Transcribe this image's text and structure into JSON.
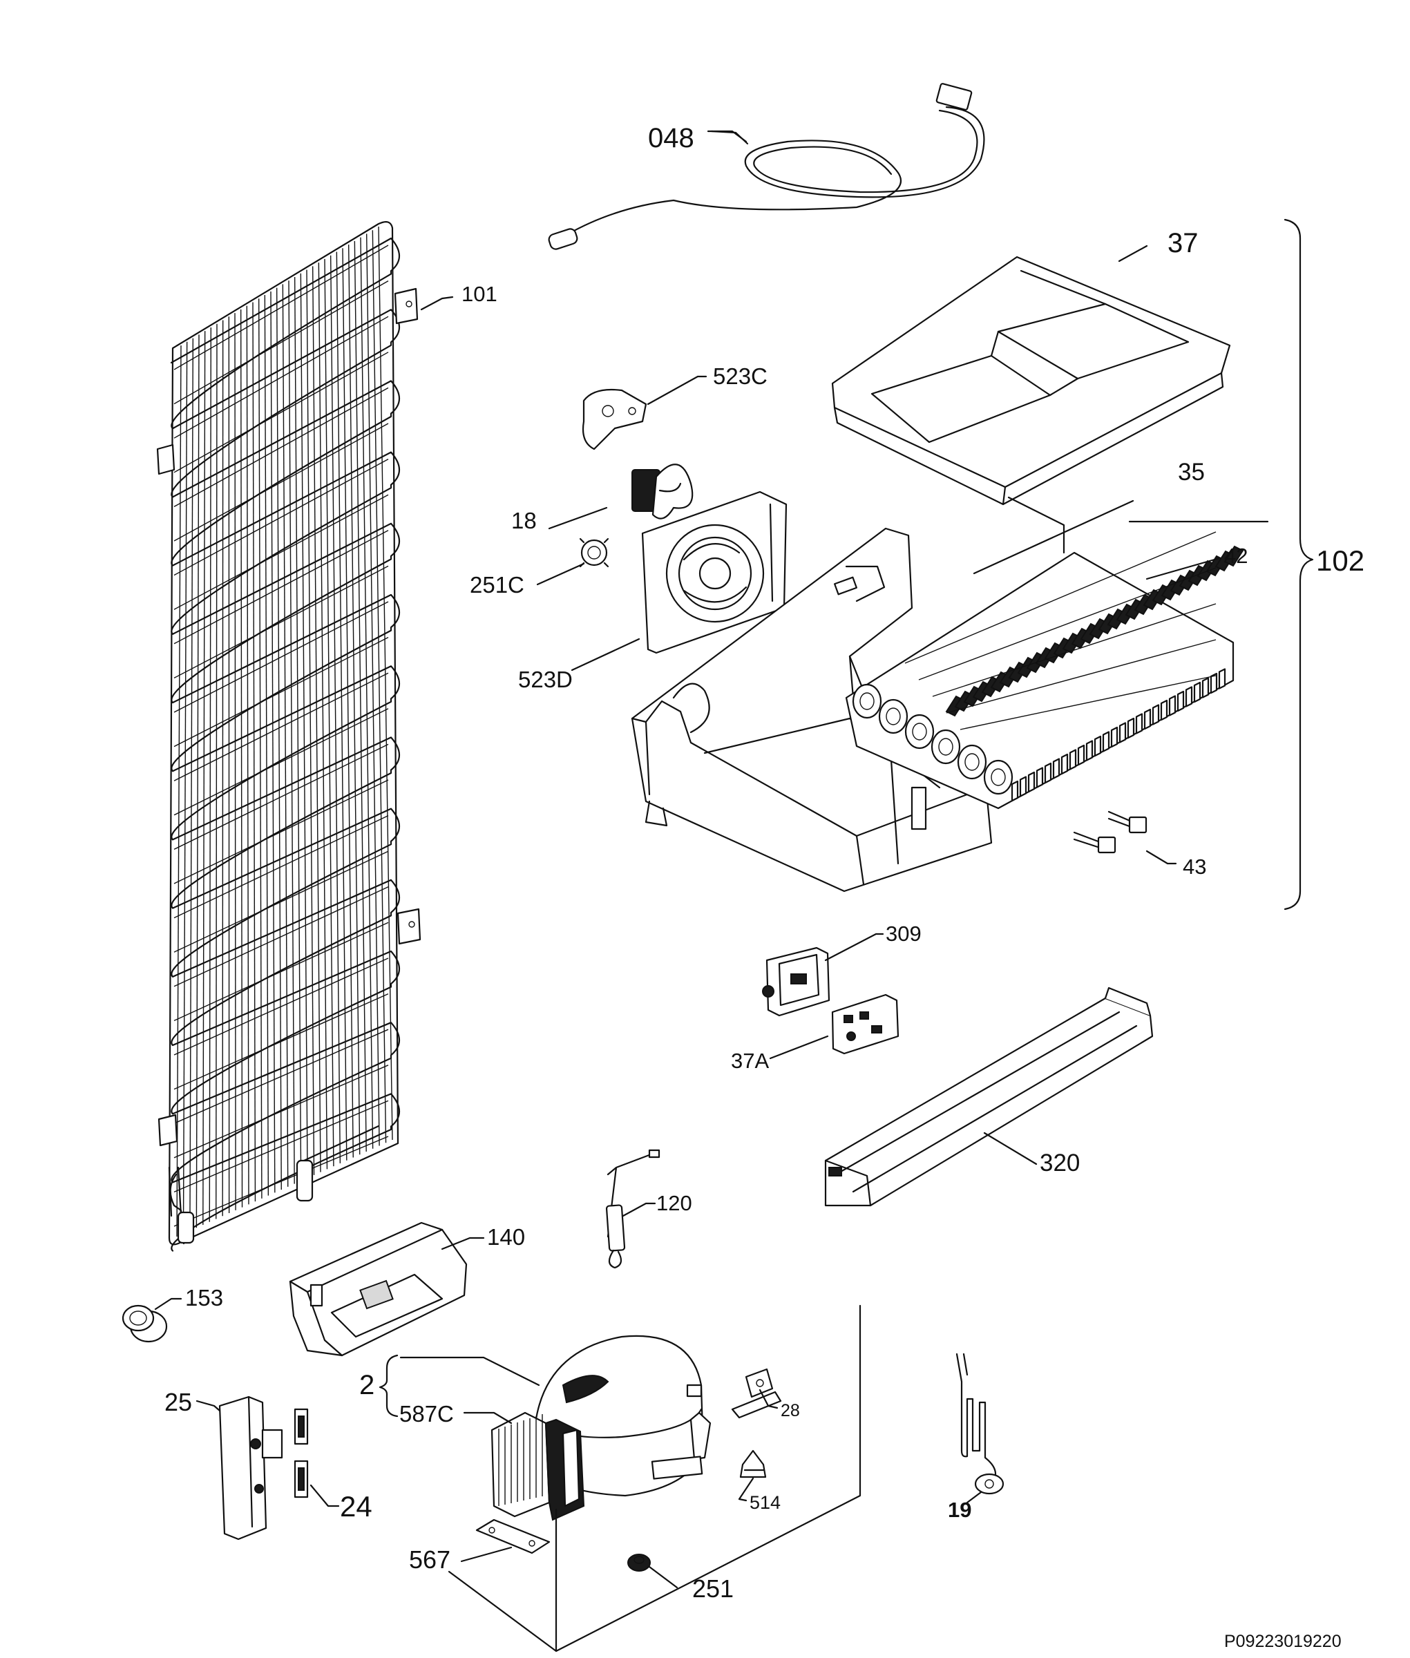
{
  "diagram": {
    "figure_code": "P09223019220",
    "labels": {
      "l048": "048",
      "l101": "101",
      "l37": "37",
      "l523C": "523C",
      "l18": "18",
      "l35": "35",
      "l42": "42",
      "l102": "102",
      "l251C": "251C",
      "l523D": "523D",
      "l43": "43",
      "l309": "309",
      "l37A": "37A",
      "l320": "320",
      "l120": "120",
      "l140": "140",
      "l153": "153",
      "l2": "2",
      "l587C": "587C",
      "l28": "28",
      "l25": "25",
      "l24": "24",
      "l514": "514",
      "l19": "19",
      "l567": "567",
      "l251": "251"
    }
  }
}
